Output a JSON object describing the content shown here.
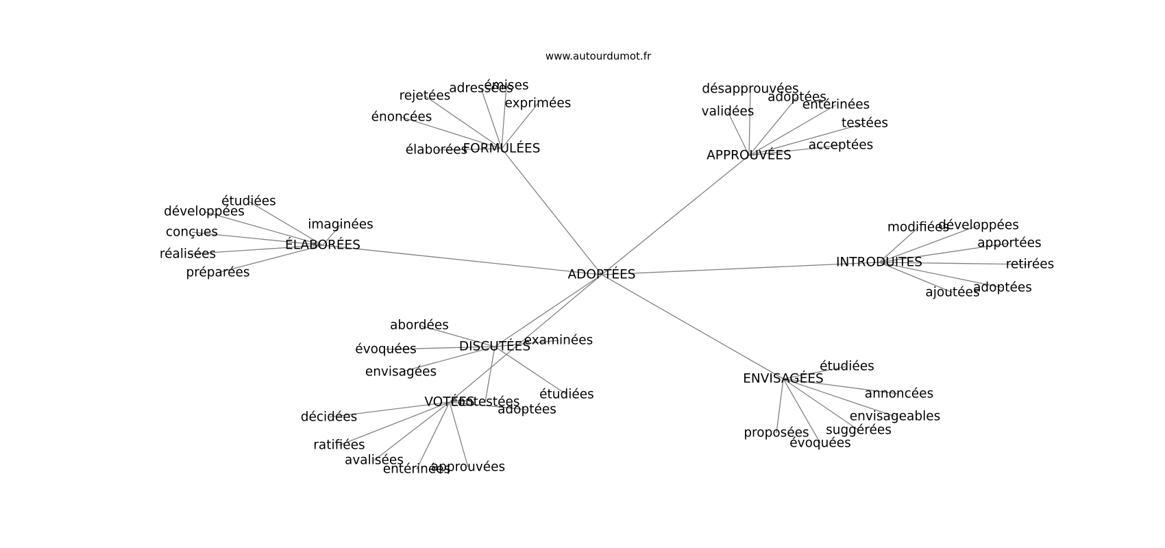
{
  "site": "www.autourdumot.fr",
  "center": "ADOPTÉES",
  "hubs": [
    {
      "id": "formulees",
      "label": "FORMULÉES",
      "leaves": [
        "élaborées",
        "énoncées",
        "rejetées",
        "adressées",
        "émises",
        "exprimées"
      ]
    },
    {
      "id": "approuvees",
      "label": "APPROUVÉES",
      "leaves": [
        "validées",
        "désapprouvées",
        "adoptées",
        "entérinées",
        "testées",
        "acceptées"
      ]
    },
    {
      "id": "elaborees",
      "label": "ÉLABORÉES",
      "leaves": [
        "préparées",
        "réalisées",
        "conçues",
        "développées",
        "étudiées",
        "imaginées"
      ]
    },
    {
      "id": "introduites",
      "label": "INTRODUITES",
      "leaves": [
        "modifiées",
        "développées",
        "apportées",
        "retirées",
        "adoptées",
        "ajoutées"
      ]
    },
    {
      "id": "discutees",
      "label": "DISCUTÉES",
      "leaves": [
        "abordées",
        "évoquées",
        "envisagées",
        "examinées",
        "étudiées",
        "contestées"
      ]
    },
    {
      "id": "votees",
      "label": "VOTÉES",
      "leaves": [
        "décidées",
        "ratifiées",
        "avalisées",
        "entérinées",
        "approuvées",
        "adoptées"
      ]
    },
    {
      "id": "envisagees",
      "label": "ENVISAGÉES",
      "leaves": [
        "étudiées",
        "annoncées",
        "envisageables",
        "suggérées",
        "évoquées",
        "proposées"
      ]
    }
  ]
}
